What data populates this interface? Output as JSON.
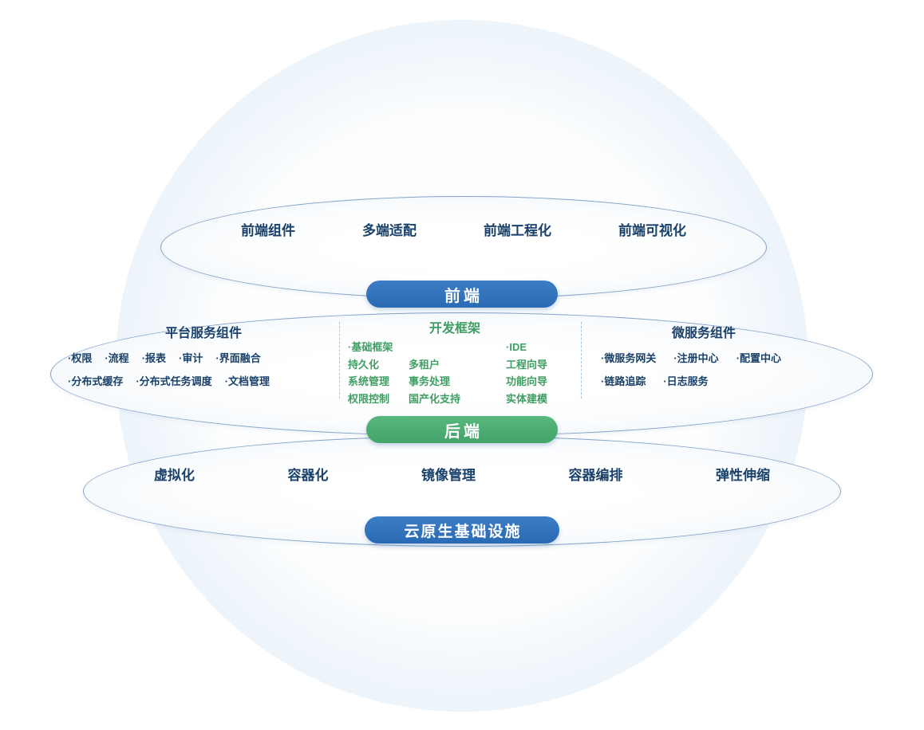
{
  "colors": {
    "navy_text": "#1a4169",
    "green_text": "#3f9e63",
    "pill_blue": "#2a6ab4",
    "pill_green": "#43a369",
    "ellipse_border": "#84a3c9"
  },
  "layers": {
    "frontend": {
      "pill": "前端",
      "items": [
        "前端组件",
        "多端适配",
        "前端工程化",
        "前端可视化"
      ]
    },
    "backend": {
      "pill": "后端",
      "platform": {
        "title": "平台服务组件",
        "row1": [
          "·权限",
          "·流程",
          "·报表",
          "·审计",
          "·界面融合"
        ],
        "row2": [
          "·分布式缓存",
          "·分布式任务调度",
          "·文档管理"
        ]
      },
      "framework": {
        "title": "开发框架",
        "col1_header": "·基础框架",
        "col1": [
          "持久化",
          "系统管理",
          "权限控制"
        ],
        "col2": [
          "多租户",
          "事务处理",
          "国产化支持"
        ],
        "col3_header": "·IDE",
        "col3": [
          "工程向导",
          "功能向导",
          "实体建模"
        ]
      },
      "micro": {
        "title": "微服务组件",
        "row1": [
          "·微服务网关",
          "·注册中心",
          "·配置中心"
        ],
        "row2": [
          "·链路追踪",
          "·日志服务"
        ]
      }
    },
    "cloud": {
      "pill": "云原生基础设施",
      "items": [
        "虚拟化",
        "容器化",
        "镜像管理",
        "容器编排",
        "弹性伸缩"
      ]
    }
  }
}
